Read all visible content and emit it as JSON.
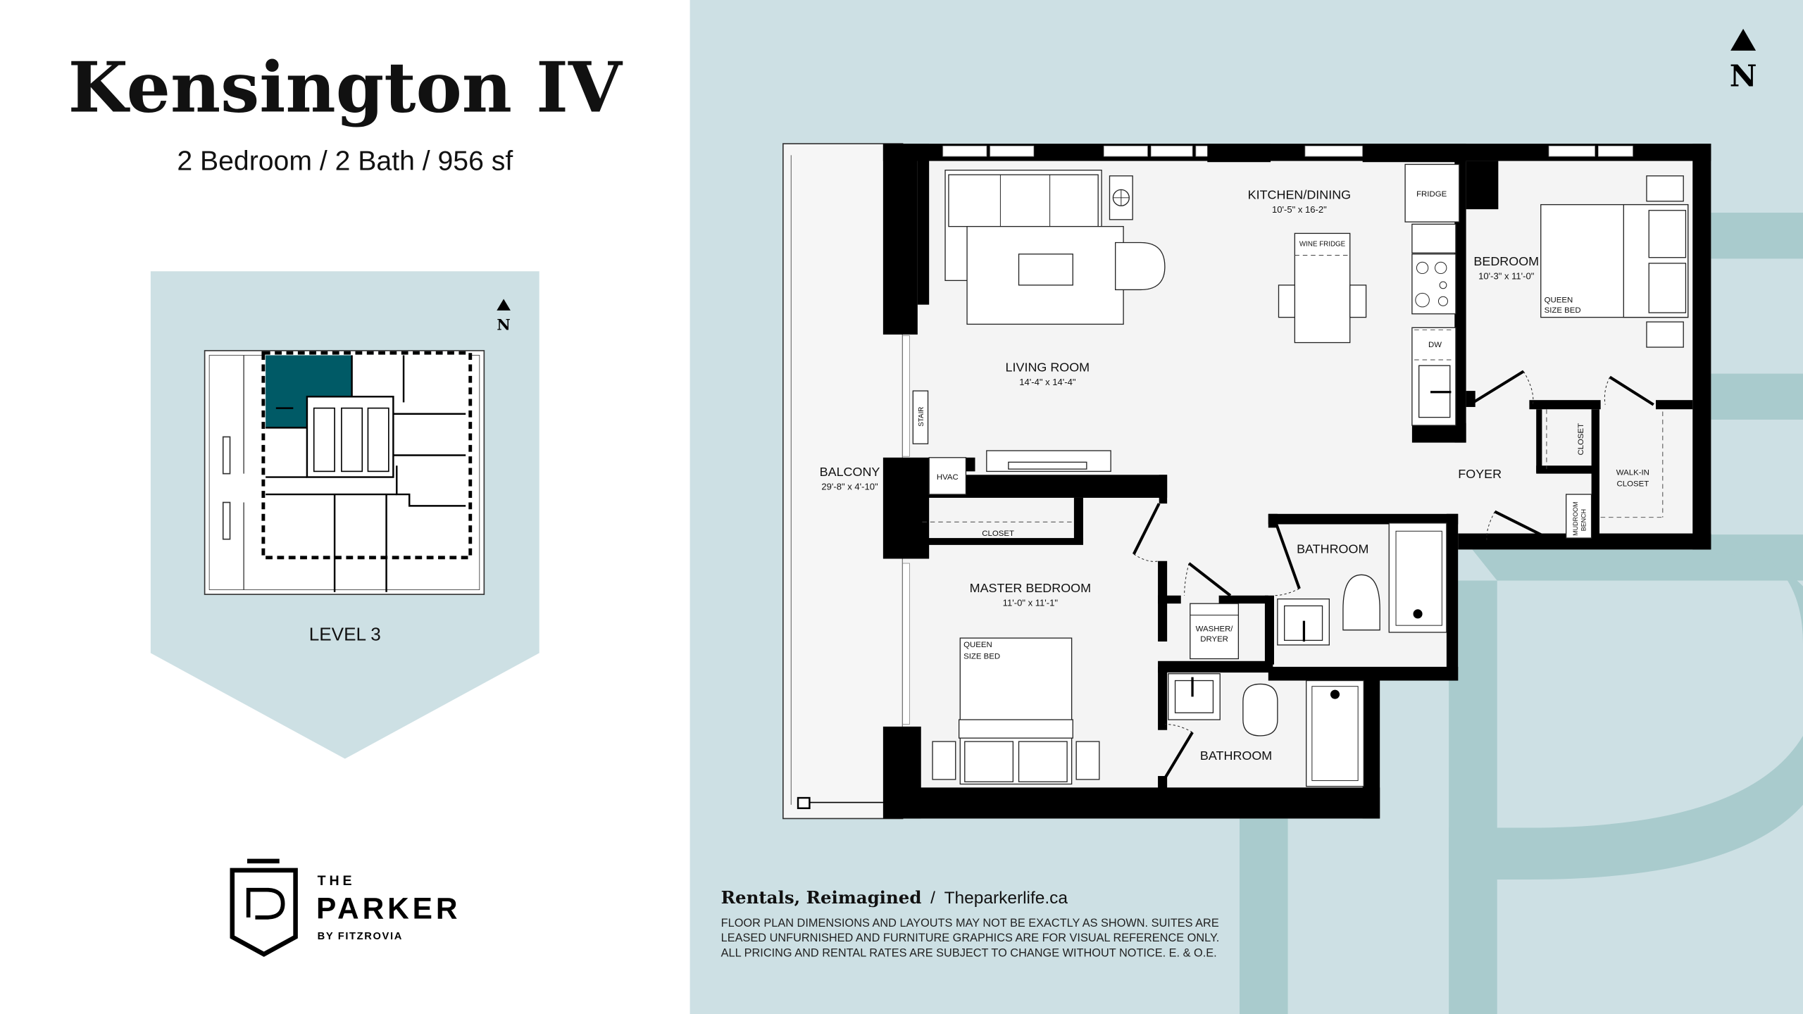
{
  "unit": {
    "name": "Kensington IV",
    "summary": "2 Bedroom / 2 Bath / 956 sf"
  },
  "key_plan": {
    "level_label": "LEVEL 3",
    "north_label": "N",
    "highlight_color": "#005a66"
  },
  "brand": {
    "the": "THE",
    "name": "PARKER",
    "by": "BY FITZROVIA"
  },
  "north_label": "N",
  "rooms": {
    "kitchen": {
      "name": "KITCHEN/DINING",
      "dims": "10'-5\" x 16-2\""
    },
    "living": {
      "name": "LIVING ROOM",
      "dims": "14'-4\" x 14'-4\""
    },
    "bedroom": {
      "name": "BEDROOM",
      "dims": "10'-3\" x 11'-0\""
    },
    "master": {
      "name": "MASTER BEDROOM",
      "dims": "11'-0\" x 11'-1\""
    },
    "balcony": {
      "name": "BALCONY",
      "dims": "29'-8\" x 4'-10\""
    },
    "foyer": "FOYER",
    "bath1": "BATHROOM",
    "bath2": "BATHROOM"
  },
  "fixtures": {
    "fridge": "FRIDGE",
    "wine_fridge": "WINE FRIDGE",
    "dw": "DW",
    "stair": "STAIR",
    "hvac": "HVAC",
    "closet": "CLOSET",
    "closet2": "CLOSET",
    "walkin_1": "WALK-IN",
    "walkin_2": "CLOSET",
    "mudroom_1": "MUDROOM",
    "mudroom_2": "BENCH",
    "washer_1": "WASHER/",
    "washer_2": "DRYER",
    "queen_1": "QUEEN",
    "queen_2": "SIZE BED",
    "queen2_1": "QUEEN",
    "queen2_2": "SIZE BED"
  },
  "footer": {
    "tagline": "Rentals, Reimagined",
    "separator": "/",
    "website": "Theparkerlife.ca",
    "disclaimer": [
      "FLOOR PLAN DIMENSIONS AND LAYOUTS MAY NOT BE EXACTLY AS SHOWN. SUITES ARE",
      "LEASED UNFURNISHED AND FURNITURE GRAPHICS ARE FOR VISUAL REFERENCE ONLY.",
      "ALL PRICING AND RENTAL RATES ARE SUBJECT TO CHANGE WITHOUT NOTICE. E. & O.E."
    ]
  },
  "colors": {
    "panel_bg": "#cde0e4",
    "watermark": "#a9cbcd",
    "floor": "#f4f4f4"
  }
}
